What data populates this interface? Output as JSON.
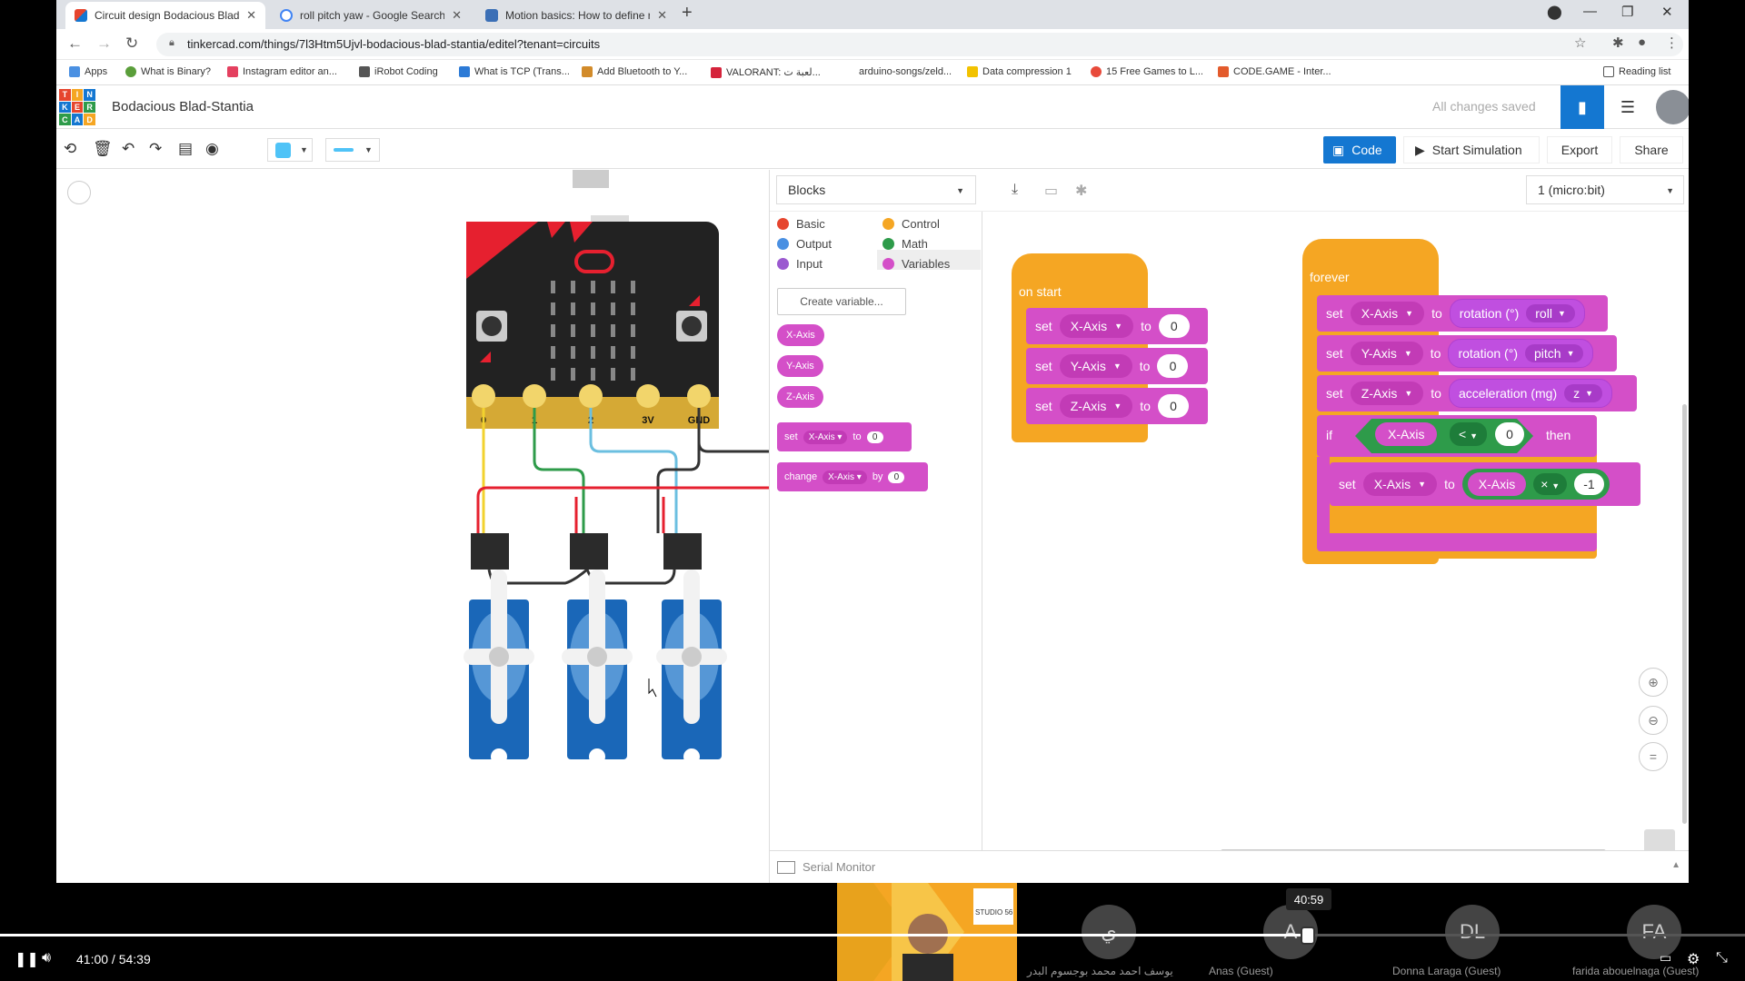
{
  "browser": {
    "tabs": [
      {
        "title": "Circuit design Bodacious Blad-St",
        "active": true
      },
      {
        "title": "roll pitch yaw - Google Search",
        "active": false
      },
      {
        "title": "Motion basics: How to define rol",
        "active": false
      }
    ],
    "url": "tinkercad.com/things/7l3Htm5Ujvl-bodacious-blad-stantia/editel?tenant=circuits",
    "bookmarks": [
      "Apps",
      "What is Binary?",
      "Instagram editor an...",
      "iRobot Coding",
      "What is TCP (Trans...",
      "Add Bluetooth to Y...",
      "VALORANT: لعبة ت...",
      "arduino-songs/zeld...",
      "Data compression 1",
      "15 Free Games to L...",
      "CODE.GAME - Inter..."
    ],
    "reading_list": "Reading list"
  },
  "tinkercad": {
    "logo": [
      "T",
      "I",
      "N",
      "K",
      "E",
      "R",
      "C",
      "A",
      "D"
    ],
    "project_name": "Bodacious Blad-Stantia",
    "save_status": "All changes saved",
    "toolbar": {
      "code": "Code",
      "start_sim": "Start Simulation",
      "export": "Export",
      "share": "Share"
    }
  },
  "code_panel": {
    "mode": "Blocks",
    "device": "1 (micro:bit)",
    "categories": [
      {
        "name": "Basic",
        "color": "#e6452e"
      },
      {
        "name": "Control",
        "color": "#f5a623"
      },
      {
        "name": "Output",
        "color": "#4a90e2"
      },
      {
        "name": "Math",
        "color": "#2e9b4a"
      },
      {
        "name": "Input",
        "color": "#9b59d0"
      },
      {
        "name": "Variables",
        "color": "#d44fc8"
      }
    ],
    "create_variable": "Create variable...",
    "variables": [
      "X-Axis",
      "Y-Axis",
      "Z-Axis"
    ],
    "palette_set": {
      "kw": "set",
      "var": "X-Axis",
      "to": "to",
      "val": "0"
    },
    "palette_change": {
      "kw": "change",
      "var": "X-Axis",
      "by": "by",
      "val": "0"
    },
    "on_start": {
      "label": "on start",
      "rows": [
        {
          "kw": "set",
          "var": "X-Axis",
          "to": "to",
          "val": "0"
        },
        {
          "kw": "set",
          "var": "Y-Axis",
          "to": "to",
          "val": "0"
        },
        {
          "kw": "set",
          "var": "Z-Axis",
          "to": "to",
          "val": "0"
        }
      ]
    },
    "forever": {
      "label": "forever",
      "rows": [
        {
          "kw": "set",
          "var": "X-Axis",
          "to": "to",
          "src": "rotation (°)",
          "opt": "roll"
        },
        {
          "kw": "set",
          "var": "Y-Axis",
          "to": "to",
          "src": "rotation (°)",
          "opt": "pitch"
        },
        {
          "kw": "set",
          "var": "Z-Axis",
          "to": "to",
          "src": "acceleration (mg)",
          "opt": "z"
        }
      ],
      "if": {
        "kw": "if",
        "var": "X-Axis",
        "op": "<",
        "val": "0",
        "then": "then"
      },
      "inner": {
        "kw": "set",
        "var": "X-Axis",
        "to": "to",
        "lhs": "X-Axis",
        "op": "×",
        "val": "-1"
      }
    },
    "serial_monitor": "Serial Monitor"
  },
  "circuit": {
    "pins": [
      "0",
      "1",
      "2",
      "3V",
      "GND"
    ]
  },
  "video": {
    "time": "41:00 / 54:39",
    "progress": 0.75,
    "tooltip": "40:59",
    "participants": [
      {
        "initials": "ي",
        "name": "يوسف احمد محمد بوجسوم البدر"
      },
      {
        "initials": "A",
        "name": "Anas (Guest)"
      },
      {
        "initials": "DL",
        "name": "Donna Laraga (Guest)"
      },
      {
        "initials": "FA",
        "name": "farida abouelnaga (Guest)"
      }
    ],
    "cam_badge": "STUDIO 56"
  }
}
